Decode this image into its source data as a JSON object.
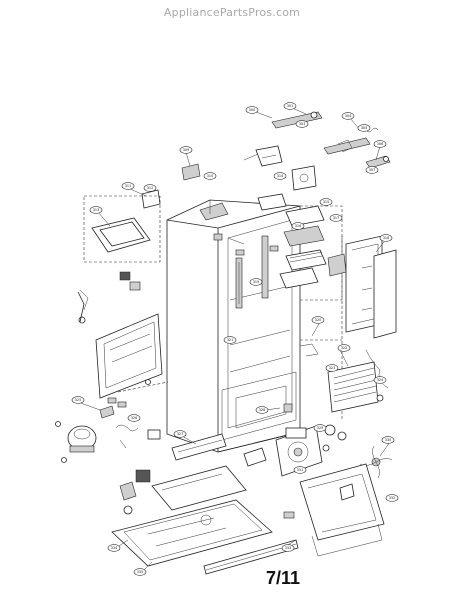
{
  "header": {
    "watermark": "AppliancePartsPros.com"
  },
  "footer": {
    "page_number": "7/11"
  },
  "diagram": {
    "labels": [
      "300",
      "301",
      "303",
      "304",
      "305",
      "306",
      "307",
      "309",
      "310",
      "311",
      "312",
      "313",
      "314",
      "315",
      "316",
      "317",
      "318",
      "319",
      "320",
      "321",
      "322",
      "323",
      "324",
      "325",
      "326",
      "327",
      "328",
      "329",
      "330",
      "331",
      "332",
      "333",
      "334",
      "335"
    ]
  }
}
